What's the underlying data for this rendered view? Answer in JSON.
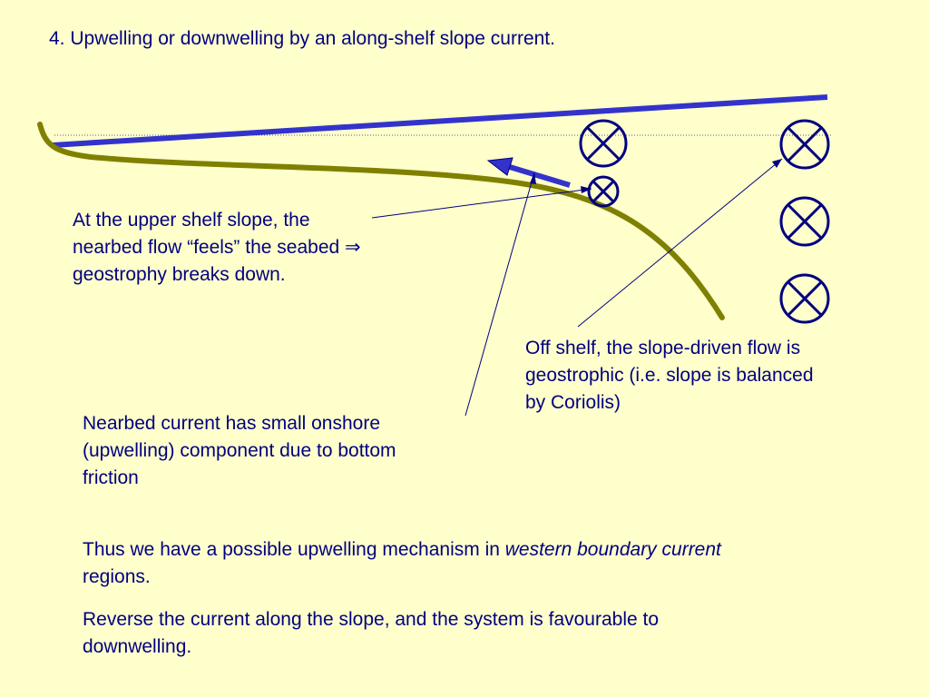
{
  "slide": {
    "title": "4. Upwelling or downwelling by an along-shelf slope current."
  },
  "annotations": {
    "upper_slope": {
      "line1": "At the upper shelf slope, the",
      "line2_before": "nearbed flow “feels” the seabed ",
      "line2_symbol": "⇒",
      "line3": "geostrophy breaks down."
    },
    "off_shelf": {
      "line1": "Off shelf, the slope-driven flow is",
      "line2": "geostrophic (i.e. slope is balanced",
      "line3": "by Coriolis)"
    },
    "nearbed": {
      "line1": "Nearbed current has small onshore",
      "line2": "(upwelling) component due to bottom",
      "line3": "friction"
    }
  },
  "conclusion": {
    "p1_before": "Thus we have a possible upwelling mechanism in ",
    "p1_italic": "western boundary current",
    "p1_after": "regions.",
    "p2_line1": "Reverse the current along the slope, and the system is favourable to",
    "p2_line2": "downwelling."
  },
  "colors": {
    "background": "#FFFFCC",
    "text": "#000080",
    "sea_surface": "#3333CC",
    "seabed": "#808000",
    "flow_symbol": "#000080",
    "arrow": "#3333CC"
  },
  "icons": {
    "flow_into_page": "circle-cross-icon",
    "nearbed_arrow": "arrow-left-icon"
  }
}
